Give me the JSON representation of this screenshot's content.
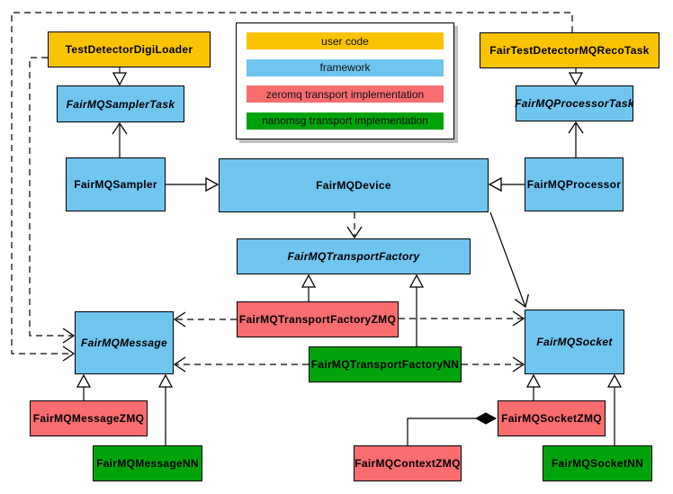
{
  "diagram": {
    "kind": "UML class diagram",
    "colors": {
      "user_code": "#FAC301",
      "framework": "#70C5EF",
      "zeromq": "#F96D6F",
      "nanomsg": "#00A30B"
    },
    "legend": {
      "items": [
        {
          "label": "user code",
          "color": "#FAC301"
        },
        {
          "label": "framework",
          "color": "#70C5EF"
        },
        {
          "label": "zeromq transport implementation",
          "color": "#F96D6F"
        },
        {
          "label": "nanomsg transport implementation",
          "color": "#00A30B"
        }
      ]
    },
    "nodes": {
      "testDetectorDigiLoader": {
        "label": "TestDetectorDigiLoader",
        "category": "user code",
        "abstract": false
      },
      "fairMQSamplerTask": {
        "label": "FairMQSamplerTask",
        "category": "framework",
        "abstract": true
      },
      "fairMQSampler": {
        "label": "FairMQSampler",
        "category": "framework",
        "abstract": false
      },
      "fairMQDevice": {
        "label": "FairMQDevice",
        "category": "framework",
        "abstract": false
      },
      "fairMQProcessor": {
        "label": "FairMQProcessor",
        "category": "framework",
        "abstract": false
      },
      "fairMQProcessorTask": {
        "label": "FairMQProcessorTask",
        "category": "framework",
        "abstract": true
      },
      "fairTestDetectorMQRecoTask": {
        "label": "FairTestDetectorMQRecoTask",
        "category": "user code",
        "abstract": false
      },
      "fairMQTransportFactory": {
        "label": "FairMQTransportFactory",
        "category": "framework",
        "abstract": true
      },
      "fairMQTransportFactoryZMQ": {
        "label": "FairMQTransportFactoryZMQ",
        "category": "zeromq",
        "abstract": false
      },
      "fairMQTransportFactoryNN": {
        "label": "FairMQTransportFactoryNN",
        "category": "nanomsg",
        "abstract": false
      },
      "fairMQMessage": {
        "label": "FairMQMessage",
        "category": "framework",
        "abstract": true
      },
      "fairMQSocket": {
        "label": "FairMQSocket",
        "category": "framework",
        "abstract": true
      },
      "fairMQMessageZMQ": {
        "label": "FairMQMessageZMQ",
        "category": "zeromq",
        "abstract": false
      },
      "fairMQMessageNN": {
        "label": "FairMQMessageNN",
        "category": "nanomsg",
        "abstract": false
      },
      "fairMQContextZMQ": {
        "label": "FairMQContextZMQ",
        "category": "zeromq",
        "abstract": false
      },
      "fairMQSocketZMQ": {
        "label": "FairMQSocketZMQ",
        "category": "zeromq",
        "abstract": false
      },
      "fairMQSocketNN": {
        "label": "FairMQSocketNN",
        "category": "nanomsg",
        "abstract": false
      }
    },
    "relationships": [
      {
        "from": "TestDetectorDigiLoader",
        "to": "FairMQSamplerTask",
        "type": "inheritance",
        "style": "solid"
      },
      {
        "from": "FairMQSampler",
        "to": "FairMQSamplerTask",
        "type": "association",
        "style": "solid"
      },
      {
        "from": "FairMQSampler",
        "to": "FairMQDevice",
        "type": "inheritance",
        "style": "solid"
      },
      {
        "from": "FairTestDetectorMQRecoTask",
        "to": "FairMQProcessorTask",
        "type": "inheritance",
        "style": "solid"
      },
      {
        "from": "FairMQProcessor",
        "to": "FairMQProcessorTask",
        "type": "association",
        "style": "solid"
      },
      {
        "from": "FairMQProcessor",
        "to": "FairMQDevice",
        "type": "inheritance",
        "style": "solid"
      },
      {
        "from": "FairMQDevice",
        "to": "FairMQTransportFactory",
        "type": "dependency",
        "style": "dashed"
      },
      {
        "from": "FairMQDevice",
        "to": "FairMQSocket",
        "type": "association",
        "style": "solid"
      },
      {
        "from": "FairMQTransportFactoryZMQ",
        "to": "FairMQTransportFactory",
        "type": "inheritance",
        "style": "solid"
      },
      {
        "from": "FairMQTransportFactoryNN",
        "to": "FairMQTransportFactory",
        "type": "inheritance",
        "style": "solid"
      },
      {
        "from": "FairMQTransportFactoryZMQ",
        "to": "FairMQMessage",
        "type": "dependency",
        "style": "dashed"
      },
      {
        "from": "FairMQTransportFactoryZMQ",
        "to": "FairMQSocket",
        "type": "dependency",
        "style": "dashed"
      },
      {
        "from": "FairMQTransportFactoryNN",
        "to": "FairMQMessage",
        "type": "dependency",
        "style": "dashed"
      },
      {
        "from": "FairMQTransportFactoryNN",
        "to": "FairMQSocket",
        "type": "dependency",
        "style": "dashed"
      },
      {
        "from": "FairMQMessageZMQ",
        "to": "FairMQMessage",
        "type": "inheritance",
        "style": "solid"
      },
      {
        "from": "FairMQMessageNN",
        "to": "FairMQMessage",
        "type": "inheritance",
        "style": "solid"
      },
      {
        "from": "FairMQSocketZMQ",
        "to": "FairMQSocket",
        "type": "inheritance",
        "style": "solid"
      },
      {
        "from": "FairMQSocketNN",
        "to": "FairMQSocket",
        "type": "inheritance",
        "style": "solid"
      },
      {
        "from": "FairMQContextZMQ",
        "to": "FairMQSocketZMQ",
        "type": "composition",
        "style": "solid"
      },
      {
        "from": "TestDetectorDigiLoader",
        "to": "FairMQMessage",
        "type": "dependency",
        "style": "dashed"
      },
      {
        "from": "FairTestDetectorMQRecoTask",
        "to": "FairMQMessage",
        "type": "dependency",
        "style": "dashed"
      }
    ]
  }
}
